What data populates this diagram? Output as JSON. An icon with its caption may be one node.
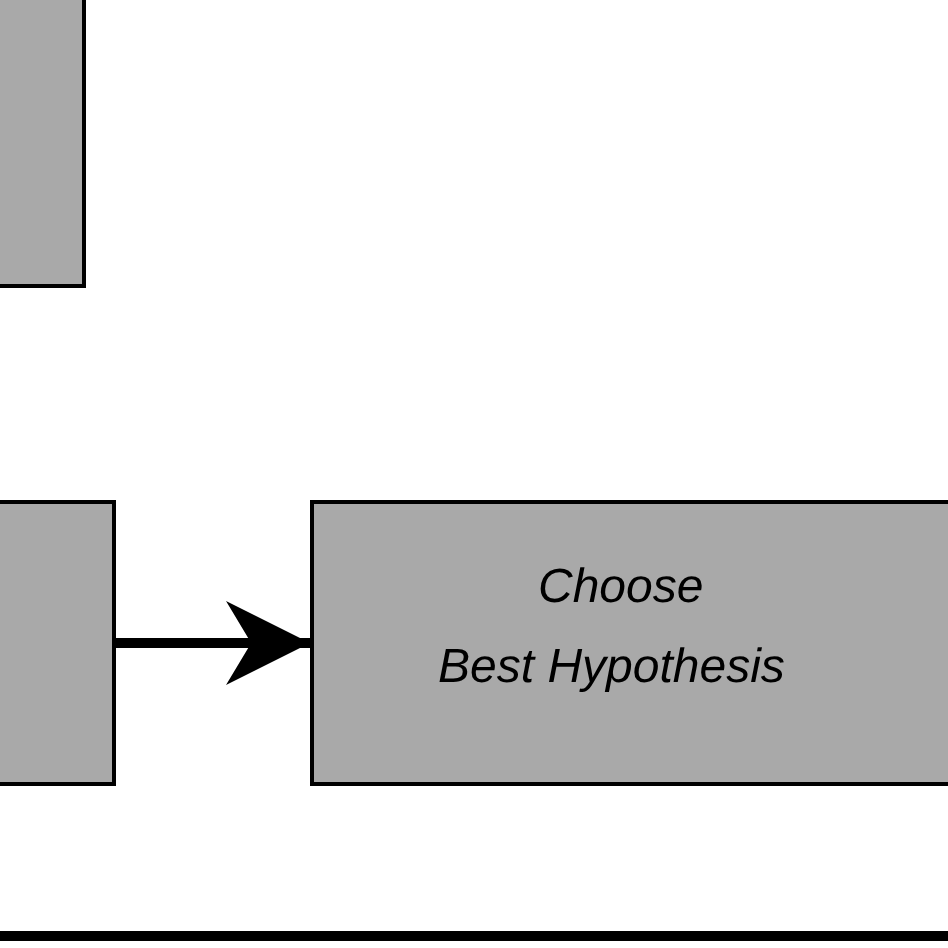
{
  "diagram": {
    "nodes": [
      {
        "text": [],
        "shape": "box"
      },
      {
        "text": [],
        "shape": "box"
      },
      {
        "text": [
          "Choose",
          "Best Hypothesis"
        ]
      }
    ],
    "edges": [
      {
        "from": 1,
        "to": 2,
        "arrow": "to"
      }
    ]
  }
}
